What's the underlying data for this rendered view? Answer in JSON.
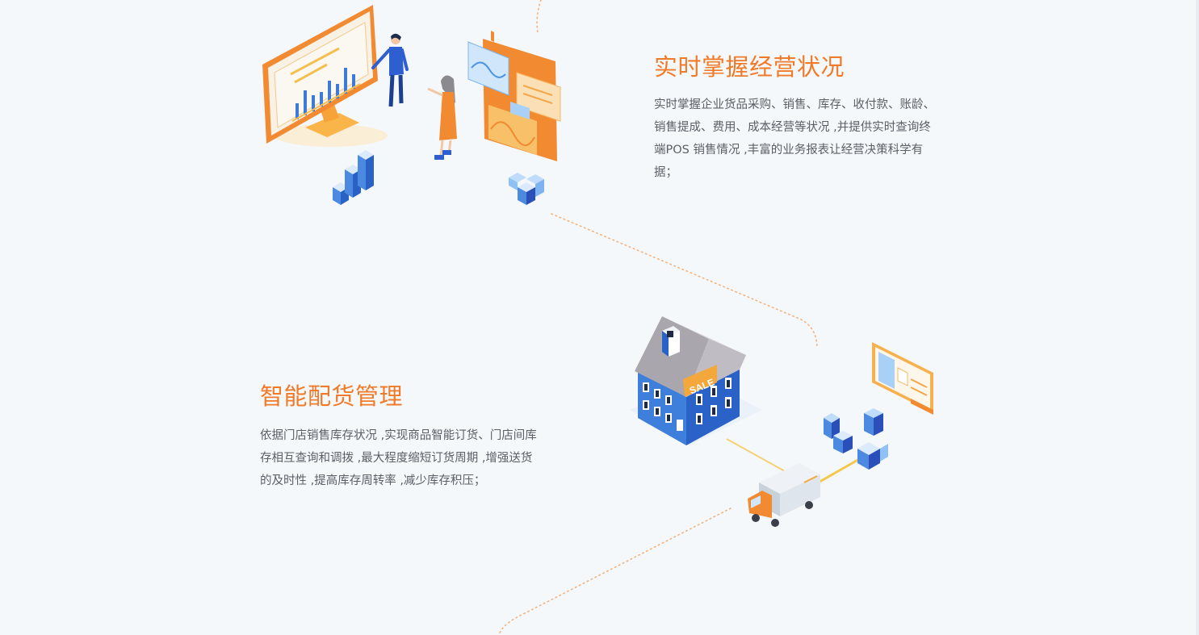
{
  "features": [
    {
      "title": "实时掌握经营状况",
      "description": "实时掌握企业货品采购、销售、库存、收付款、账龄、销售提成、费用、成本经营等状况 ,并提供实时查询终端POS 销售情况 ,丰富的业务报表让经营决策科学有据；",
      "illustration": "analytics-dashboard-illustration"
    },
    {
      "title": "智能配货管理",
      "description": "依据门店销售库存状况 ,实现商品智能订货、门店间库存相互查询和调拨 ,最大程度缩短订货周期 ,增强送货的及时性 ,提高库存周转率 ,减少库存积压；",
      "illustration": "store-delivery-illustration"
    }
  ],
  "illustration_text": {
    "sale_sign": "SALE"
  },
  "colors": {
    "accent": "#f07a28",
    "text": "#5b5f66",
    "background": "#f5f8fb",
    "blue": "#2f6fd0"
  }
}
